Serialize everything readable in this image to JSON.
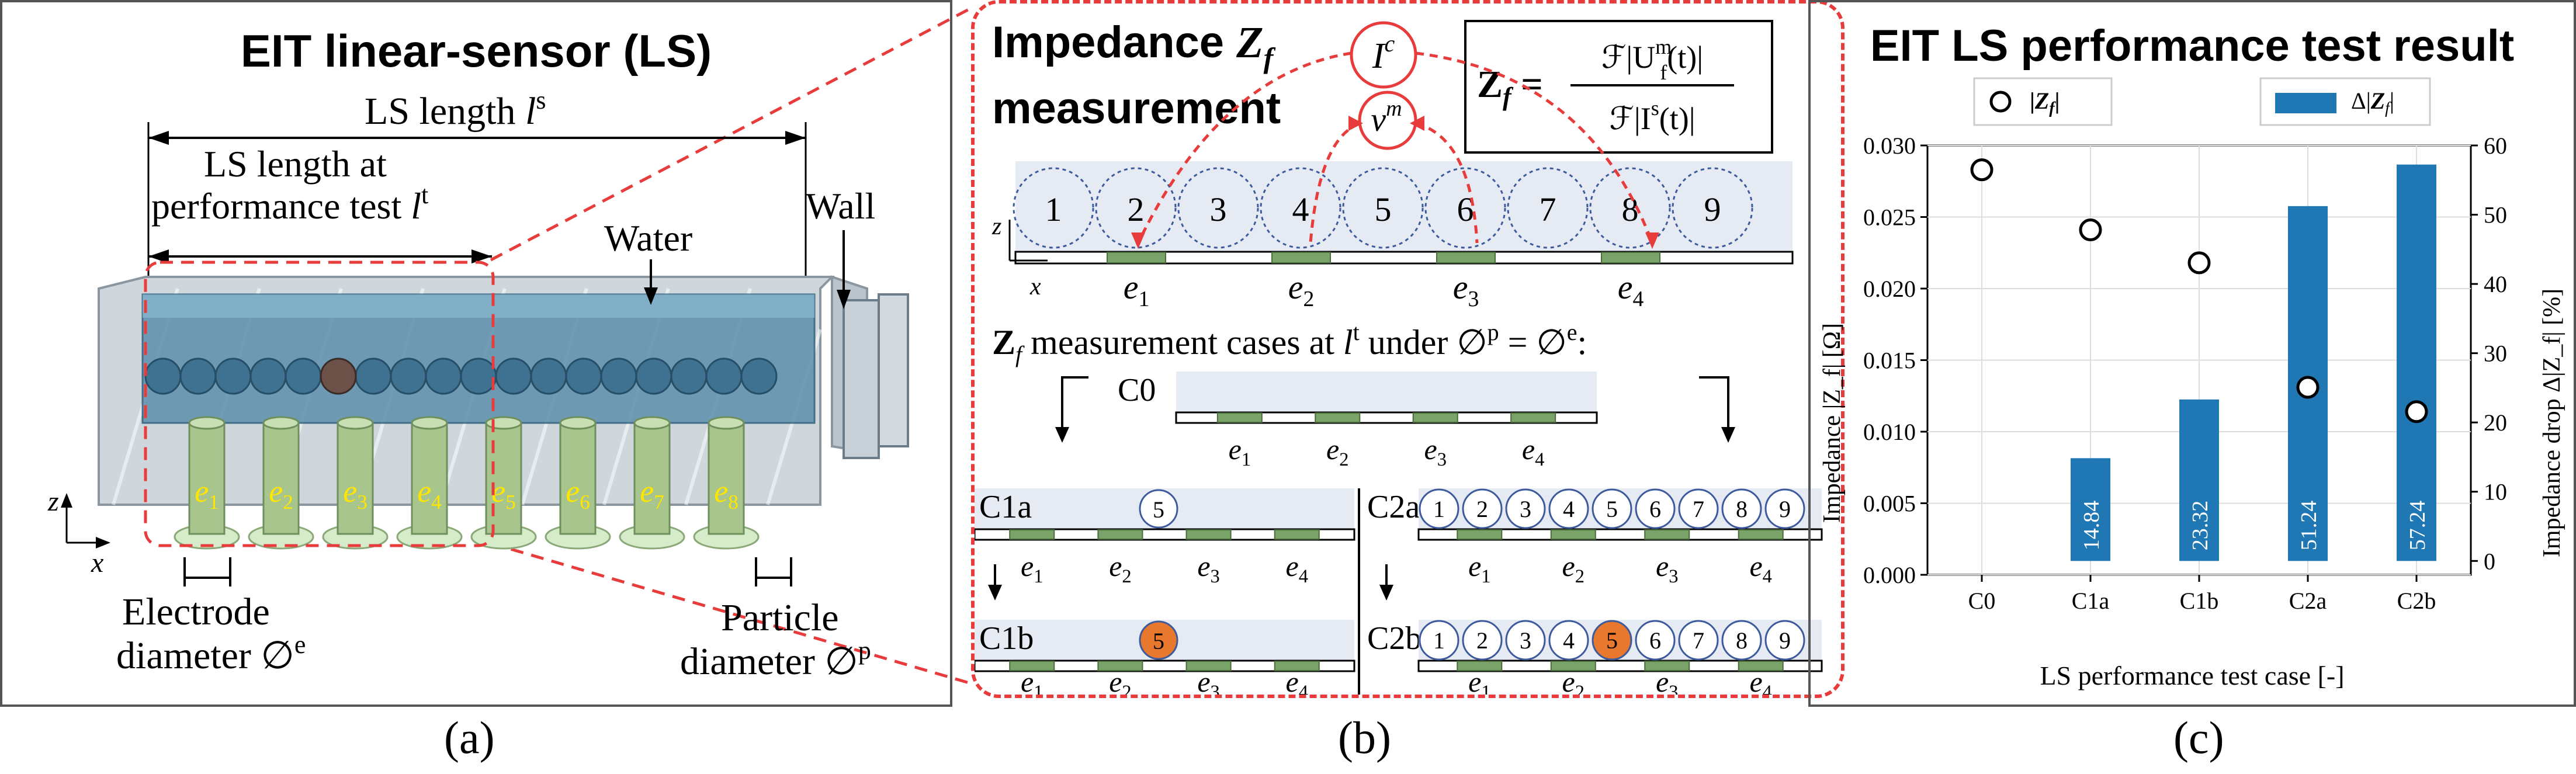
{
  "panel_a": {
    "title": "EIT linear-sensor (LS)",
    "ls_length": "LS length",
    "ls_length_sym": "l",
    "ls_length_sup": "s",
    "test_length_line1": "LS length at",
    "test_length_line2": "performance test",
    "test_length_sym": "l",
    "test_length_sup": "t",
    "water": "Water",
    "wall": "Wall",
    "electrodes": [
      "e1",
      "e2",
      "e3",
      "e4",
      "e5",
      "e6",
      "e7",
      "e8"
    ],
    "electrode_label_line1": "Electrode",
    "electrode_label_line2": "diameter ∅",
    "electrode_label_sup": "e",
    "particle_label_line1": "Particle",
    "particle_label_line2": "diameter ∅",
    "particle_label_sup": "p",
    "axis_z": "z",
    "axis_x": "x",
    "caption": "(a)"
  },
  "panel_b": {
    "title_line1": "Impedance",
    "title_sym": "Z",
    "title_sub": "f",
    "title_line2": "measurement",
    "current_sym": "I",
    "current_sup": "c",
    "voltage_sym": "v",
    "voltage_sup": "m",
    "formula_lhs": "Z",
    "formula_lhs_sub": "f",
    "formula_num": "ℱ|U",
    "formula_num_sup": "m",
    "formula_num_sub": "f",
    "formula_num_tail": "(t)|",
    "formula_den": "ℱ|I",
    "formula_den_sup": "s",
    "formula_den_tail": "(t)|",
    "particles": [
      "1",
      "2",
      "3",
      "4",
      "5",
      "6",
      "7",
      "8",
      "9"
    ],
    "electrodes": [
      "e1",
      "e2",
      "e3",
      "e4"
    ],
    "cases_text": "measurement cases at",
    "cases_under": "under",
    "case_labels": [
      "C0",
      "C1a",
      "C1b",
      "C2a",
      "C2b"
    ],
    "axis_z": "z",
    "axis_x": "x",
    "caption": "(b)"
  },
  "panel_c": {
    "title": "EIT LS performance test result",
    "legend_circle": "|Z_f|",
    "legend_bar": "Δ|Z_f|",
    "caption": "(c)"
  },
  "chart_data": {
    "type": "bar",
    "title": "EIT LS performance test result",
    "xlabel": "LS performance test case [-]",
    "ylabel_left": "Impedance |Z_f| [Ω]",
    "ylabel_right": "Impedance drop Δ|Z_f| [%]",
    "categories": [
      "C0",
      "C1a",
      "C1b",
      "C2a",
      "C2b"
    ],
    "ylim_left": [
      0,
      0.03
    ],
    "ylim_right": [
      -2,
      60
    ],
    "yticks_left": [
      "0.000",
      "0.005",
      "0.010",
      "0.015",
      "0.020",
      "0.025",
      "0.030"
    ],
    "yticks_right": [
      "0",
      "10",
      "20",
      "30",
      "40",
      "50",
      "60"
    ],
    "grid": true,
    "legend_placement": "top",
    "series": [
      {
        "name": "|Z_f|",
        "kind": "scatter",
        "axis": "left",
        "values": [
          0.0283,
          0.0241,
          0.0218,
          0.0131,
          0.0114
        ]
      },
      {
        "name": "Δ|Z_f|",
        "kind": "bar",
        "axis": "right",
        "values": [
          null,
          14.84,
          23.32,
          51.24,
          57.24
        ],
        "labels": [
          "",
          "14.84",
          "23.32",
          "51.24",
          "57.24"
        ],
        "color": "#1f77b4"
      }
    ]
  }
}
